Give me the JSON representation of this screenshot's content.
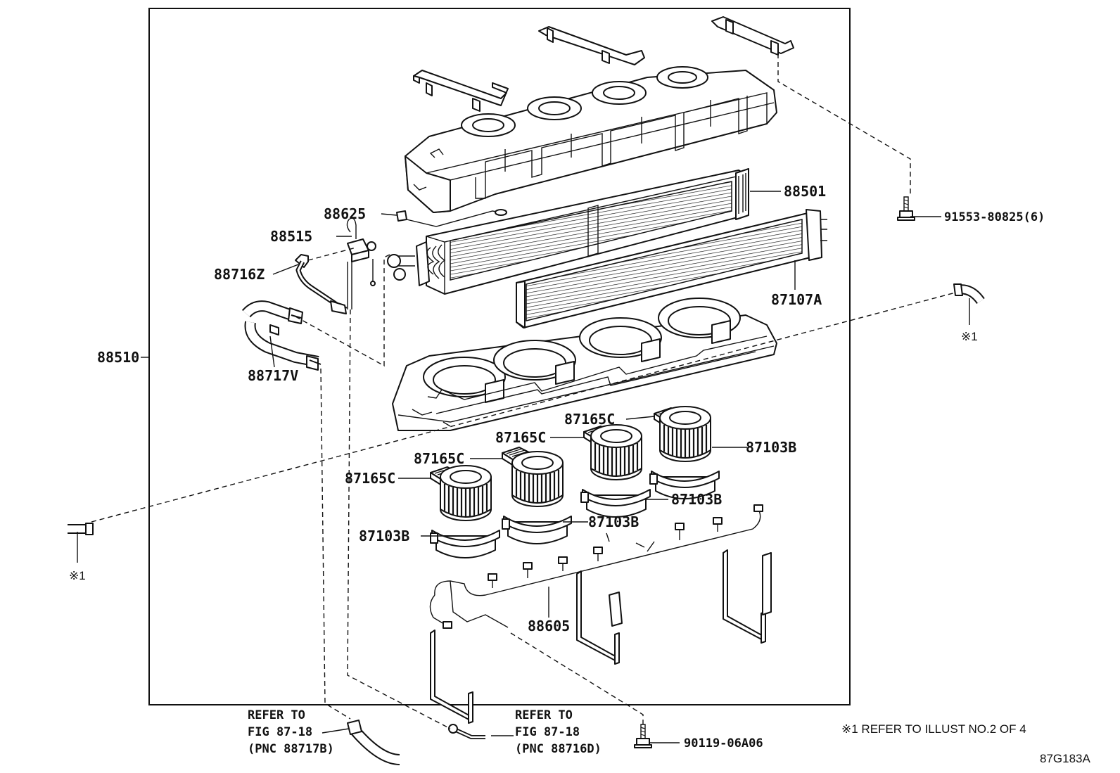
{
  "labels": {
    "p88501": "88501",
    "p91553": "91553-80825(6)",
    "p88625": "88625",
    "p88515": "88515",
    "p88716Z": "88716Z",
    "p87107A": "87107A",
    "p88510": "88510",
    "p88717V": "88717V",
    "p87165C_1": "87165C",
    "p87165C_2": "87165C",
    "p87165C_3": "87165C",
    "p87165C_4": "87165C",
    "p87103B_1": "87103B",
    "p87103B_2": "87103B",
    "p87103B_3": "87103B",
    "p87103B_4": "87103B",
    "p88605": "88605",
    "p90119": "90119-06A06",
    "ref_mark_right": "※1",
    "ref_mark_left": "※1"
  },
  "refer_left": {
    "line1": "REFER TO",
    "line2": "FIG 87-18",
    "line3": "(PNC 88717B)"
  },
  "refer_right": {
    "line1": "REFER TO",
    "line2": "FIG 87-18",
    "line3": "(PNC 88716D)"
  },
  "footnote": "※1 REFER TO ILLUST NO.2 OF 4",
  "figure_code": "87G183A"
}
